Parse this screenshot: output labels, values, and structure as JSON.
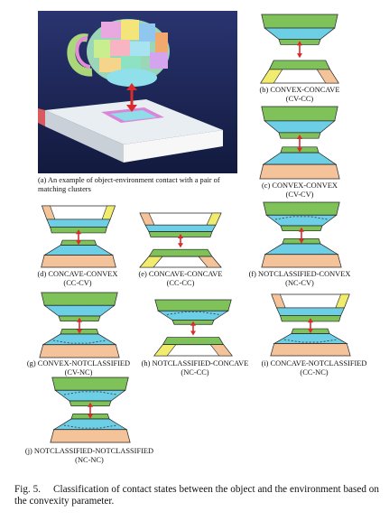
{
  "panels": {
    "a": {
      "caption": "(a) An example of object-environment contact with a pair of matching clusters"
    },
    "b": {
      "line1": "(b) CONVEX-CONCAVE",
      "line2": "(CV-CC)"
    },
    "c": {
      "line1": "(c) CONVEX-CONVEX",
      "line2": "(CV-CV)"
    },
    "d": {
      "line1": "(d) CONCAVE-CONVEX",
      "line2": "(CC-CV)"
    },
    "e": {
      "line1": "(e) CONCAVE-CONCAVE",
      "line2": "(CC-CC)"
    },
    "f": {
      "line1": "(f) NOTCLASSIFIED-CONVEX",
      "line2": "(NC-CV)"
    },
    "g": {
      "line1": "(g) CONVEX-NOTCLASSIFIED",
      "line2": "(CV-NC)"
    },
    "h": {
      "line1": "(h) NOTCLASSIFIED-CONCAVE",
      "line2": "(NC-CC)"
    },
    "i": {
      "line1": "(i) CONCAVE-NOTCLASSIFIED",
      "line2": "(CC-NC)"
    },
    "j": {
      "line1": "(j) NOTCLASSIFIED-NOTCLASSIFIED",
      "line2": "(NC-NC)"
    }
  },
  "figure": {
    "label": "Fig. 5.",
    "text": "Classification of contact states between the object and the environment based on the convexity parameter."
  },
  "colors": {
    "green": "#7fc25a",
    "cyan": "#6dcfe6",
    "peach": "#f5c39a",
    "yellow": "#f2ec6e",
    "arrow": "#d92b2b",
    "render_bg": "#1f2a5e"
  }
}
